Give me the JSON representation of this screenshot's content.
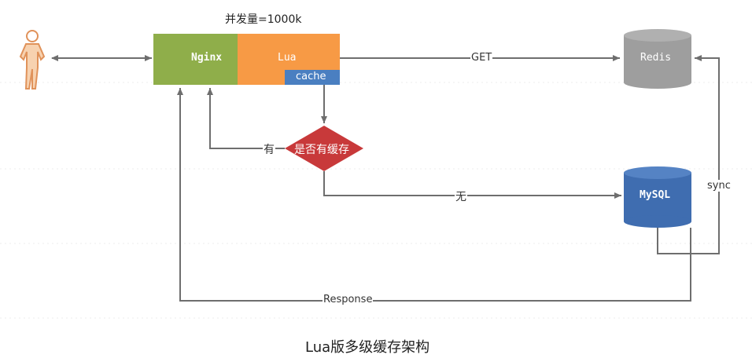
{
  "diagram": {
    "concurrency_label": "并发量=1000k",
    "nodes": {
      "nginx": {
        "label": "Nginx",
        "color": "#8fae4a"
      },
      "lua": {
        "label": "Lua",
        "color": "#f79a45"
      },
      "cache": {
        "label": "cache",
        "color": "#4a7fc1"
      },
      "decision": {
        "label": "是否有缓存",
        "color": "#c8393a"
      },
      "redis": {
        "label": "Redis",
        "color": "#9e9e9e"
      },
      "mysql": {
        "label": "MySQL",
        "color": "#3f6db0"
      },
      "user": {
        "icon": "person-icon",
        "color": "#f3b47a"
      }
    },
    "edges": {
      "get": "GET",
      "yes": "有",
      "no": "无",
      "sync": "sync",
      "response": "Response"
    },
    "caption": "Lua版多级缓存架构"
  },
  "colors": {
    "line": "#6e6e6e"
  }
}
